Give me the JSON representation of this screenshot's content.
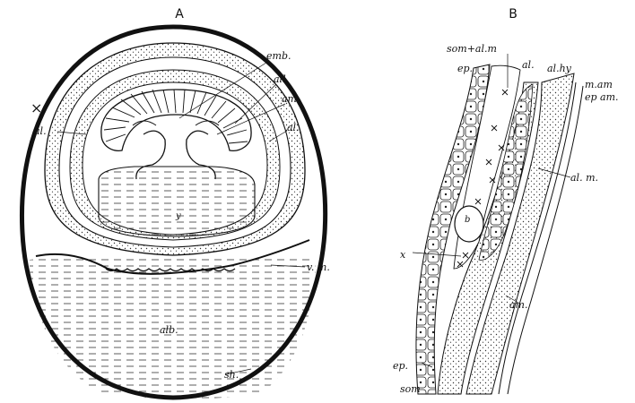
{
  "panels": {
    "a": {
      "letter": "A",
      "labels": {
        "emb": "emb.",
        "all": "all.",
        "am": "am.",
        "al_right": "al.",
        "al_left": "al.",
        "x": "×",
        "y": "y",
        "vm": "v. m.",
        "alb": "alb.",
        "sh": "sh."
      }
    },
    "b": {
      "letter": "B",
      "labels": {
        "som_alm": "som+al.m",
        "ep_top": "ep.",
        "al": "al.",
        "alhy": "al.hy",
        "mam": "m.am",
        "epam": "ep am.",
        "alm": "al. m.",
        "b": "b",
        "x": "x",
        "am": "am.",
        "ep_bottom": "ep.",
        "som": "som"
      }
    }
  }
}
